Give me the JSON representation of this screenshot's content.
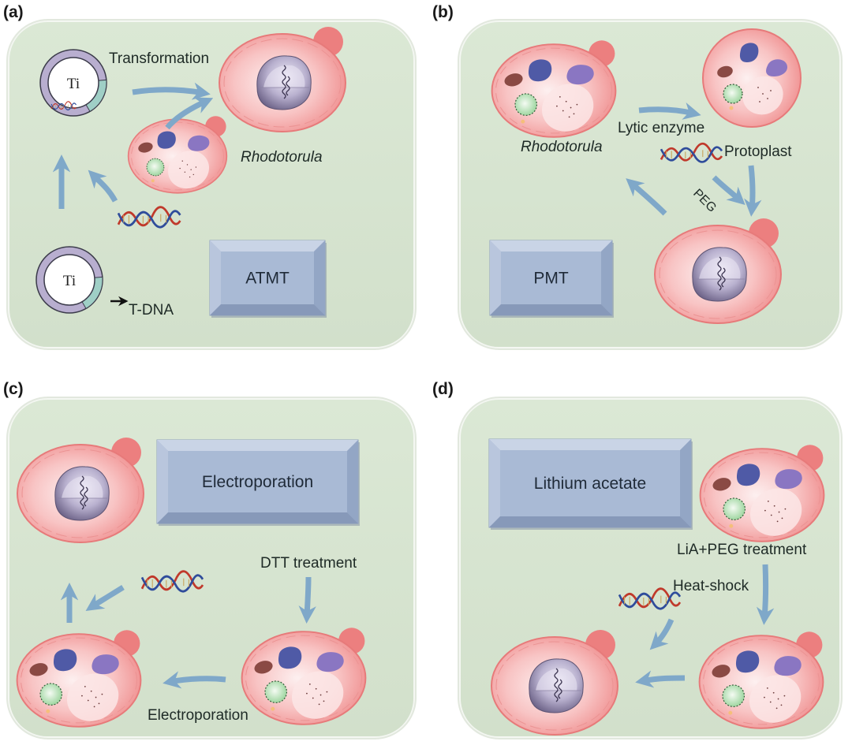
{
  "figure": {
    "colors": {
      "panel_bg": "#d6e4cf",
      "panel_border": "#eef3ea",
      "arrow": "#7fa8c9",
      "cell_fill": "#f4a2a2",
      "cell_edge": "#e77a7a",
      "bud": "#ec7f7f",
      "nucleus": "#8e84a8",
      "box_fill": "#a6b7d3",
      "text": "#1e2a26"
    },
    "panels": [
      {
        "id": "a",
        "label": "(a)",
        "method_box": "ATMT",
        "labels": {
          "transformation": "Transformation",
          "organism": "Rhodotorula",
          "plasmid_top": "Ti",
          "plasmid_bottom": "Ti",
          "tdna": "T-DNA"
        }
      },
      {
        "id": "b",
        "label": "(b)",
        "method_box": "PMT",
        "labels": {
          "organism": "Rhodotorula",
          "lytic": "Lytic enzyme",
          "protoplast": "Protoplast",
          "peg": "PEG"
        }
      },
      {
        "id": "c",
        "label": "(c)",
        "method_box": "Electroporation",
        "labels": {
          "dtt": "DTT treatment",
          "electroporation": "Electroporation"
        }
      },
      {
        "id": "d",
        "label": "(d)",
        "method_box": "Lithium acetate",
        "labels": {
          "lia_peg": "LiA+PEG treatment",
          "heat_shock": "Heat-shock"
        }
      }
    ]
  }
}
